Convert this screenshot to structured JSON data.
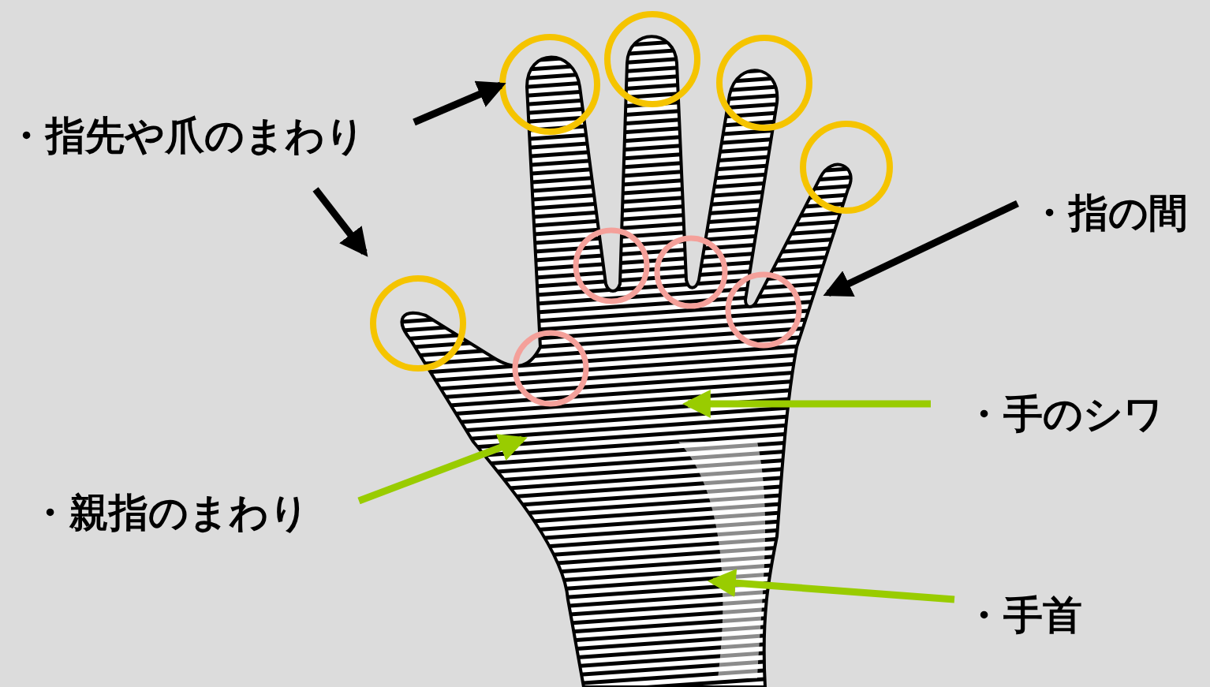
{
  "diagram": {
    "labels": [
      "・指先や爪のまわり",
      "・指の間",
      "・手のシワ",
      "・親指のまわり",
      "・手首"
    ]
  }
}
